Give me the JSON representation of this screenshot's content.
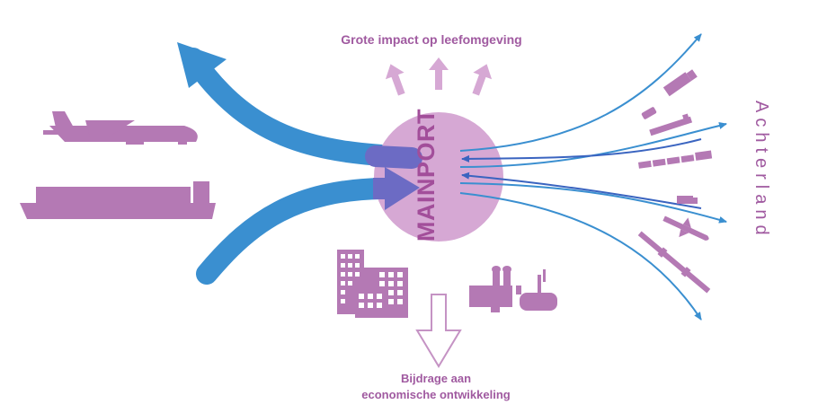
{
  "labels": {
    "top": "Grote impact op leefomgeving",
    "hub": "MAINPORT",
    "hinterland": "Achterland",
    "bottom_line1": "Bijdrage aan",
    "bottom_line2": "economische ontwikkeling"
  },
  "colors": {
    "purple": "#b479b4",
    "purple_dark": "#a24e9a",
    "hub_fill": "#d6a8d4",
    "blue": "#3a8fd0",
    "blue_dark": "#2d6fb3"
  },
  "icons": [
    "airplane-icon",
    "container-ship-icon",
    "office-buildings-icon",
    "industry-plant-icon",
    "truck-icon",
    "car-icon",
    "barge-icon",
    "train-icon",
    "small-truck-icon",
    "small-airplane-icon",
    "pipeline-icon"
  ]
}
